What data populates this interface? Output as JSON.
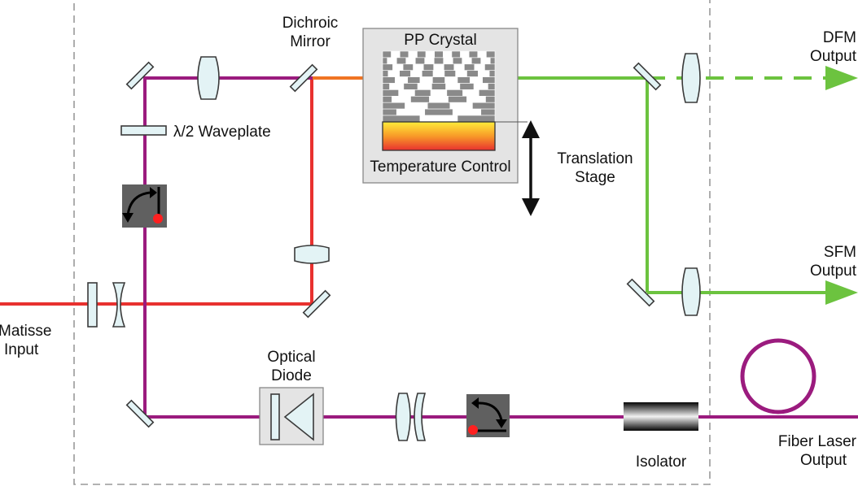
{
  "labels": {
    "dichroic_line1": "Dichroic",
    "dichroic_line2": "Mirror",
    "pp_crystal": "PP Crystal",
    "temperature_control": "Temperature Control",
    "waveplate": "λ/2 Waveplate",
    "translation_line1": "Translation",
    "translation_line2": "Stage",
    "dfm_line1": "DFM",
    "dfm_line2": "Output",
    "sfm_line1": "SFM",
    "sfm_line2": "Output",
    "matisse_line1": "Matisse",
    "matisse_line2": "Input",
    "optical_diode_line1": "Optical",
    "optical_diode_line2": "Diode",
    "isolator": "Isolator",
    "fiber_line1": "Fiber Laser",
    "fiber_line2": "Output"
  },
  "colors": {
    "purple_beam": "#9b1b7e",
    "red_beam": "#e8312f",
    "orange_beam": "#f07423",
    "green_beam": "#6cc33f",
    "enclosure": "#999999",
    "optic_fill": "#e3f3f5",
    "crystal_dark": "#8a8a8a",
    "crystal_light": "#ffffff",
    "gradient_top": "#ffec3a",
    "gradient_bottom": "#e8312f",
    "panel_bg": "#e4e4e4",
    "icon_box": "#606060",
    "marker_red": "#ff2020"
  },
  "icons": {
    "beam_switch_upper": "rotate-arrow-icon",
    "beam_switch_lower": "rotate-arrow-icon",
    "translation_arrow": "double-arrow-icon",
    "dfm_arrow": "arrow-right-icon",
    "sfm_arrow": "arrow-right-icon",
    "fiber_loop": "fiber-coil-icon"
  }
}
